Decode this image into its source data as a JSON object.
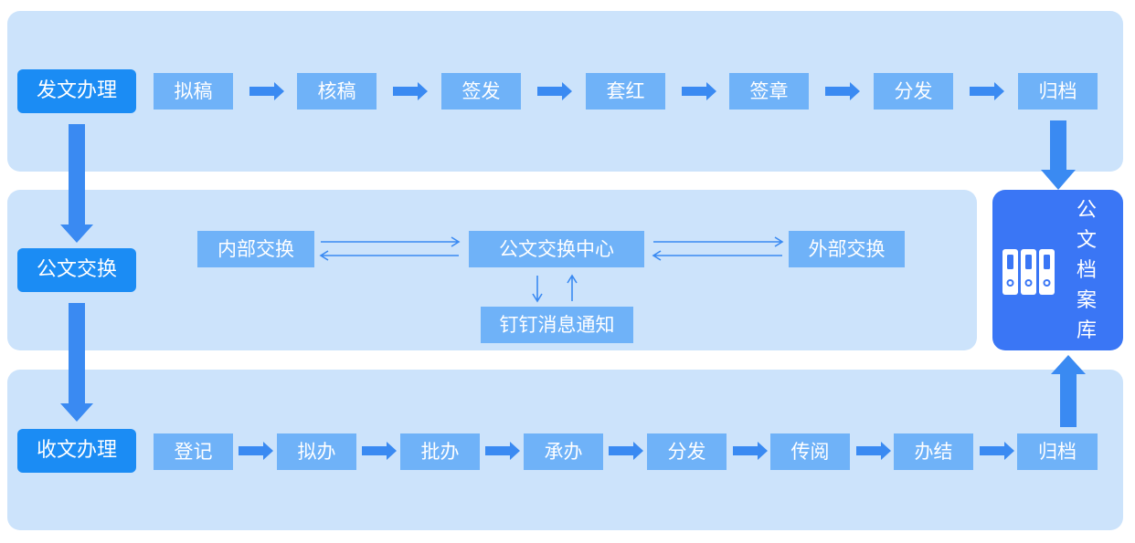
{
  "colors": {
    "panel": "#cce3fb",
    "header": "#1b8cf4",
    "stage": "#6fb2f8",
    "flow_arrow": "#3a8af2",
    "archive": "#3a76f5"
  },
  "send": {
    "header": "发文办理",
    "steps": [
      "拟稿",
      "核稿",
      "签发",
      "套红",
      "签章",
      "分发",
      "归档"
    ]
  },
  "exchange": {
    "header": "公文交换",
    "internal": "内部交换",
    "center": "公文交换中心",
    "external": "外部交换",
    "notify": "钉钉消息通知"
  },
  "receive": {
    "header": "收文办理",
    "steps": [
      "登记",
      "拟办",
      "批办",
      "承办",
      "分发",
      "传阅",
      "办结",
      "归档"
    ]
  },
  "archive": {
    "title_chars": [
      "公",
      "文",
      "档",
      "案",
      "库"
    ],
    "icon": "binders-icon"
  }
}
